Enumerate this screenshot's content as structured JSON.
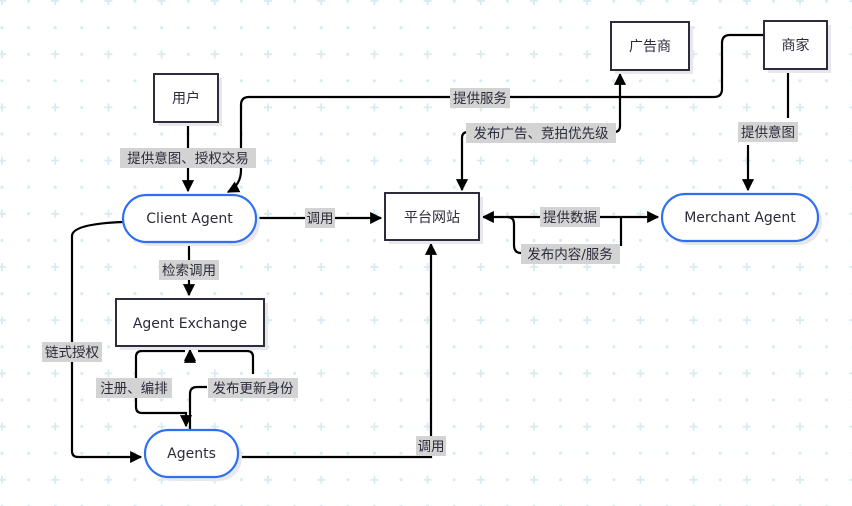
{
  "diagram": {
    "colors": {
      "grid": "#d6ecf0",
      "box_stroke": "#2c2c3c",
      "pill_stroke": "#2f6ff0",
      "edge": "#000000",
      "label_bg": "#d3d3d3",
      "text": "#2b2b3a"
    },
    "nodes": {
      "user": {
        "label": "用户",
        "shape": "rect"
      },
      "client_agent": {
        "label": "Client Agent",
        "shape": "pill"
      },
      "platform": {
        "label": "平台网站",
        "shape": "rect"
      },
      "merchant_agent": {
        "label": "Merchant Agent",
        "shape": "pill"
      },
      "advertiser": {
        "label": "广告商",
        "shape": "rect"
      },
      "merchant": {
        "label": "商家",
        "shape": "rect"
      },
      "agent_exchange": {
        "label": "Agent Exchange",
        "shape": "rect"
      },
      "agents": {
        "label": "Agents",
        "shape": "pill"
      }
    },
    "edges": {
      "user_to_client": {
        "label": "提供意图、授权交易",
        "from": "用户",
        "to": "Client Agent"
      },
      "merchant_to_client": {
        "label": "提供服务",
        "from": "商家",
        "to": "Client Agent"
      },
      "client_to_platform": {
        "label": "调用",
        "from": "Client Agent",
        "to": "平台网站"
      },
      "platform_to_advertiser": {
        "label": "发布广告、竞拍优先级",
        "from": "平台网站",
        "to": "广告商"
      },
      "merchant_to_merchant_agent": {
        "label": "提供意图",
        "from": "商家",
        "to": "Merchant Agent"
      },
      "platform_to_merchant_agent": {
        "label": "提供数据",
        "from": "平台网站",
        "to": "Merchant Agent"
      },
      "merchant_agent_to_platform": {
        "label": "发布内容/服务",
        "from": "Merchant Agent",
        "to": "平台网站"
      },
      "client_to_exchange": {
        "label": "检索调用",
        "from": "Client Agent",
        "to": "Agent Exchange"
      },
      "client_to_agents": {
        "label": "链式授权",
        "from": "Client Agent",
        "to": "Agents"
      },
      "exchange_to_agents": {
        "label": "注册、编排",
        "from": "Agent Exchange",
        "to": "Agents"
      },
      "agents_to_exchange": {
        "label": "发布更新身份",
        "from": "Agents",
        "to": "Agent Exchange"
      },
      "agents_to_platform": {
        "label": "调用",
        "from": "Agents",
        "to": "平台网站"
      }
    }
  }
}
